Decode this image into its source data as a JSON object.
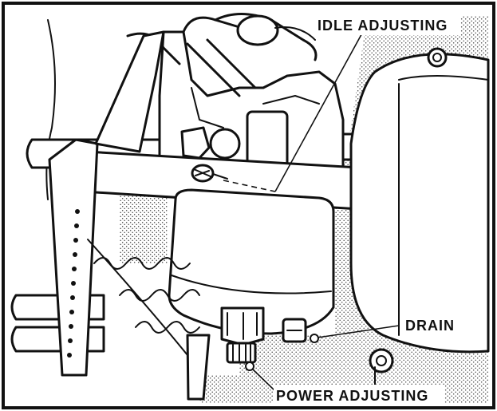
{
  "labels": {
    "idle_adjusting": "IDLE ADJUSTING",
    "drain": "DRAIN",
    "power_adjusting": "POWER ADJUSTING"
  },
  "colors": {
    "ink": "#111111",
    "paper": "#ffffff"
  }
}
